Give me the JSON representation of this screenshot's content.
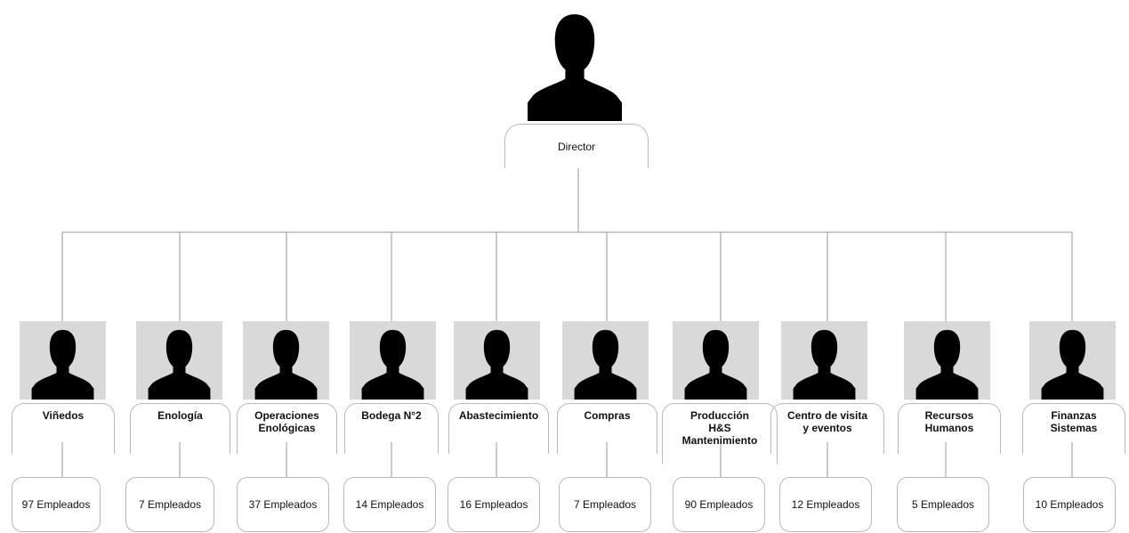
{
  "director": {
    "title": "Director"
  },
  "departments": [
    {
      "name": "Viñedos",
      "count": "97 Empleados"
    },
    {
      "name": "Enología",
      "count": "7 Empleados"
    },
    {
      "name": "Operaciones\nEnológicas",
      "count": "37 Empleados"
    },
    {
      "name": "Bodega N°2",
      "count": "14 Empleados"
    },
    {
      "name": "Abastecimiento",
      "count": "16 Empleados"
    },
    {
      "name": "Compras",
      "count": "7 Empleados"
    },
    {
      "name": "Producción\nH&S\nMantenimiento",
      "count": "90 Empleados"
    },
    {
      "name": "Centro de visita\ny eventos",
      "count": "12 Empleados"
    },
    {
      "name": "Recursos\nHumanos",
      "count": "5 Empleados"
    },
    {
      "name": "Finanzas\nSistemas",
      "count": "10 Empleados"
    }
  ],
  "colors": {
    "photo_bg": "#d9d9d9",
    "silhouette": "#000000",
    "line": "#9a9a9a",
    "border": "#b9b9b9"
  },
  "icons": {
    "person": "person-silhouette-icon"
  }
}
